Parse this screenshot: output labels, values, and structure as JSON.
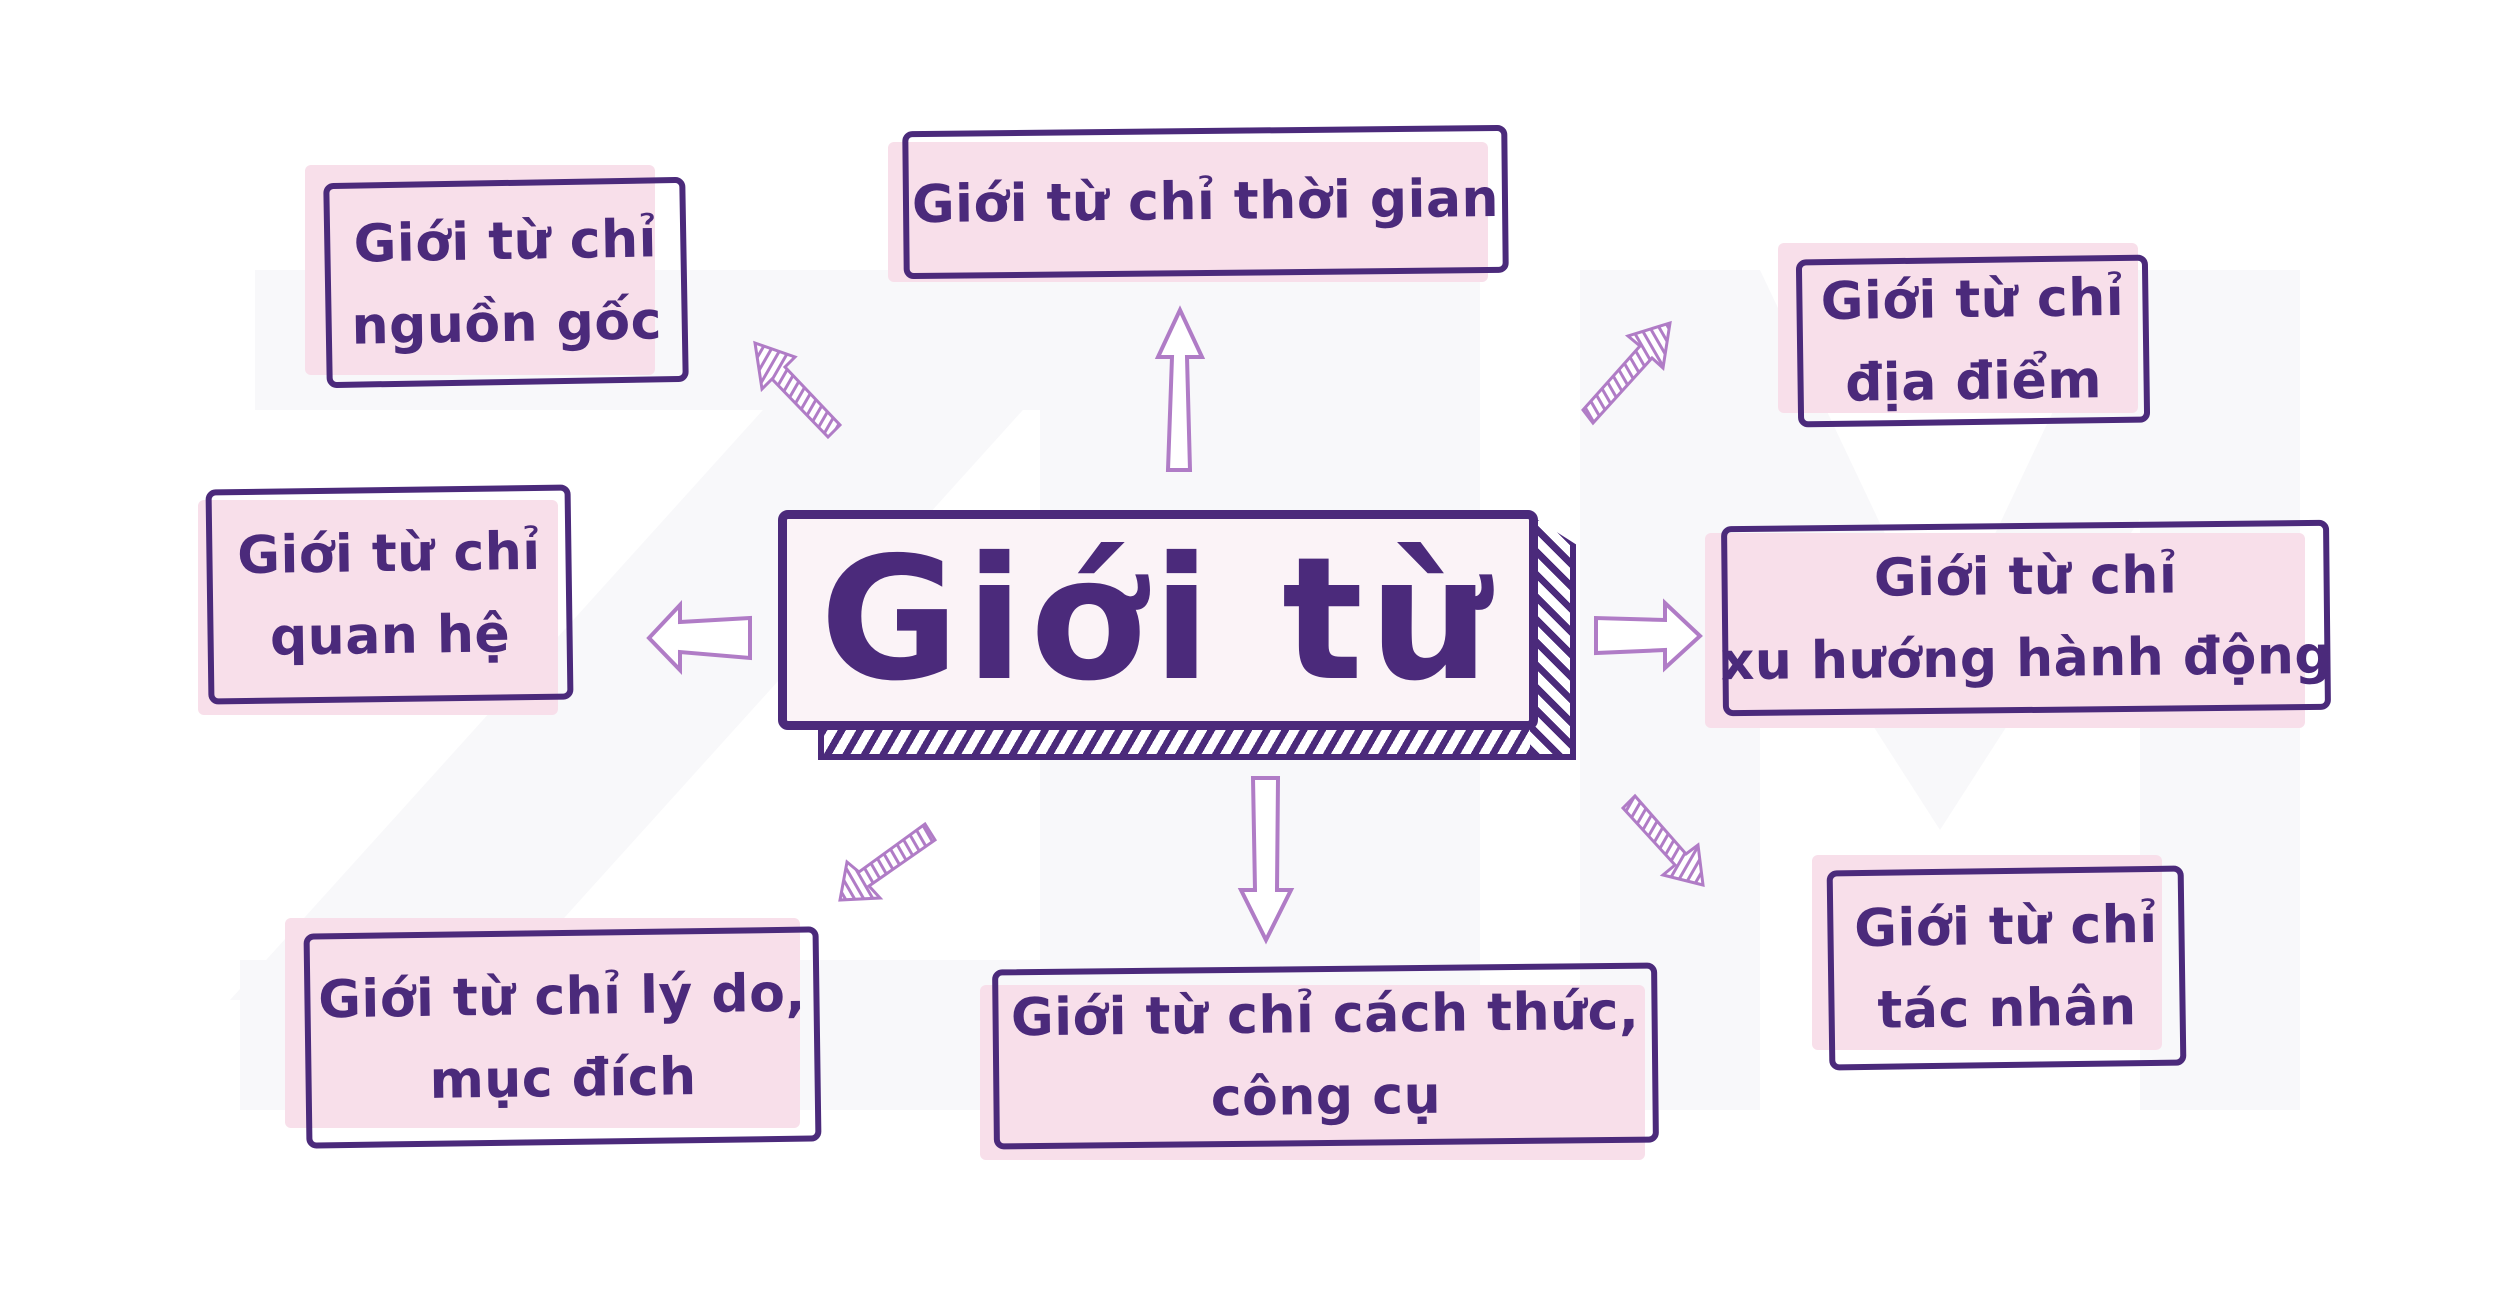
{
  "colors": {
    "primary_purple": "#4b2a7b",
    "arrow_purple": "#b07cc6",
    "pink_fill": "#f8dfea",
    "center_fill": "#fbf3f7",
    "watermark": "#f8f8fa",
    "background": "#ffffff"
  },
  "center": {
    "title": "Giới từ"
  },
  "nodes": {
    "origin": {
      "line1": "Giới từ chỉ",
      "line2": "nguồn gốc"
    },
    "time": {
      "line1": "Giới từ chỉ thời gian"
    },
    "place": {
      "line1": "Giới từ chỉ",
      "line2": "địa điểm"
    },
    "relation": {
      "line1": "Giới từ chỉ",
      "line2": "quan hệ"
    },
    "direction": {
      "line1": "Giới từ chỉ",
      "line2": "xu hướng hành động"
    },
    "reason": {
      "line1": "Giới từ chỉ lý do,",
      "line2": "mục đích"
    },
    "manner": {
      "line1": "Giới từ chỉ cách thức,",
      "line2": "công cụ"
    },
    "agent": {
      "line1": "Giới từ chỉ",
      "line2": "tác nhân"
    }
  },
  "icons": {
    "arrows": [
      "arrow-up-left-hatched",
      "arrow-up-outline",
      "arrow-up-right-hatched",
      "arrow-left-outline",
      "arrow-right-outline",
      "arrow-down-left-hatched",
      "arrow-down-outline",
      "arrow-down-right-hatched"
    ],
    "watermark": "zim-logo-watermark"
  }
}
